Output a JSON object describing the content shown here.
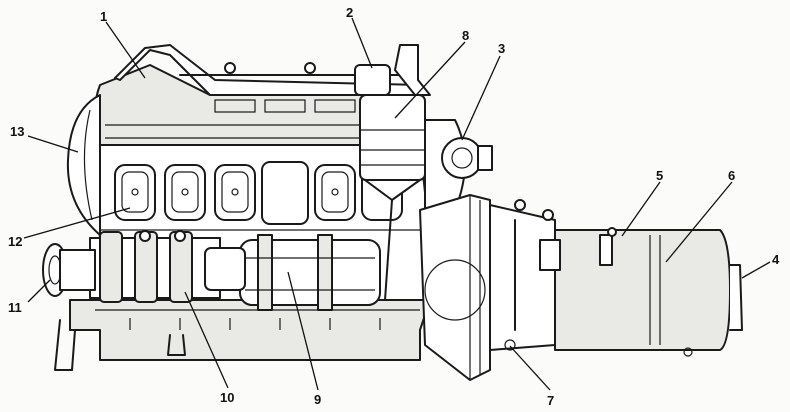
{
  "callouts": [
    {
      "id": "c1",
      "text": "1"
    },
    {
      "id": "c2",
      "text": "2"
    },
    {
      "id": "c3",
      "text": "3"
    },
    {
      "id": "c4",
      "text": "4"
    },
    {
      "id": "c5",
      "text": "5"
    },
    {
      "id": "c6",
      "text": "6"
    },
    {
      "id": "c7",
      "text": "7"
    },
    {
      "id": "c8",
      "text": "8"
    },
    {
      "id": "c9",
      "text": "9"
    },
    {
      "id": "c10",
      "text": "10"
    },
    {
      "id": "c11",
      "text": "11"
    },
    {
      "id": "c12",
      "text": "12"
    },
    {
      "id": "c13",
      "text": "13"
    }
  ],
  "colors": {
    "ink": "#1a1a1a",
    "background": "#fbfbfa",
    "shade": "#e9e9e6"
  }
}
